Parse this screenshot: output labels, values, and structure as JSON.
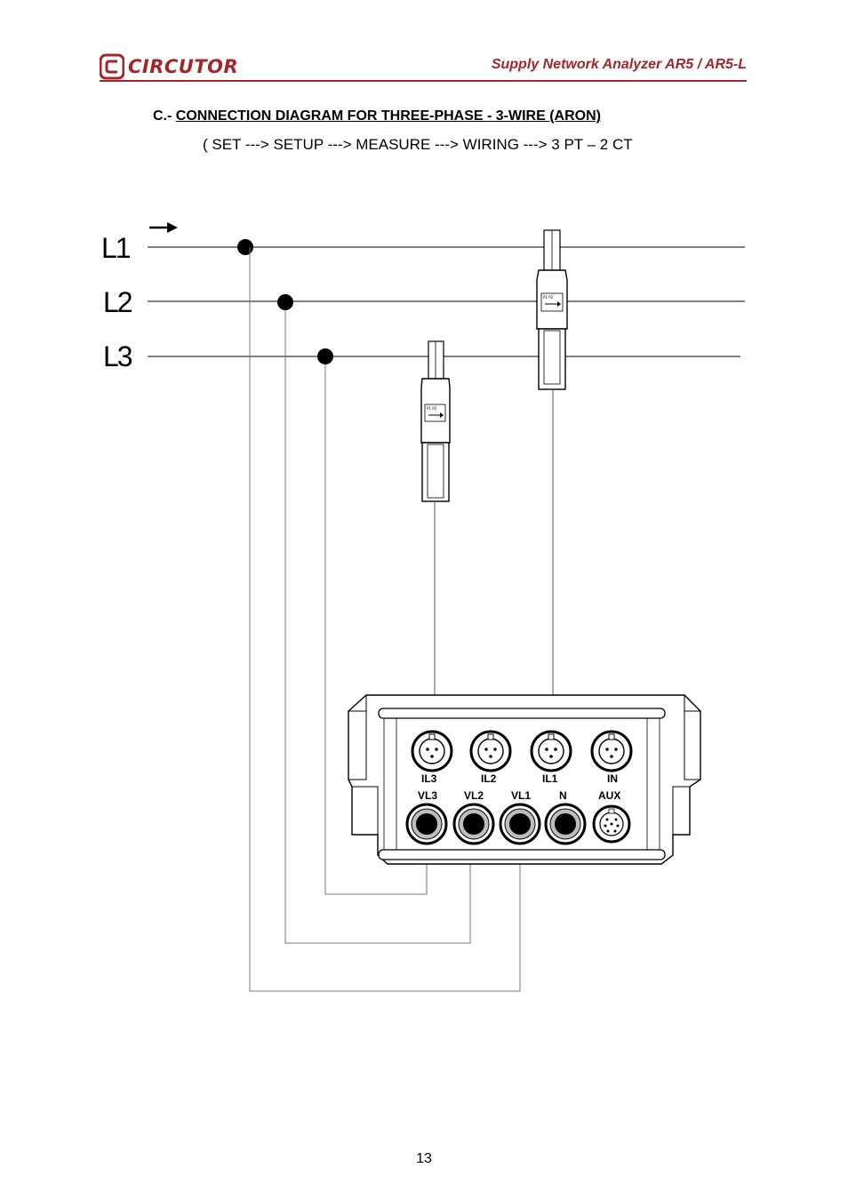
{
  "header": {
    "brand": "CIRCUTOR",
    "document_title": "Supply Network Analyzer  AR5  /  AR5-L",
    "brand_color": "#a3262a"
  },
  "section": {
    "prefix": "C.- ",
    "title": "CONNECTION DIAGRAM FOR THREE-PHASE - 3-WIRE (ARON)",
    "menu_path": "( SET ---> SETUP ---> MEASURE ---> WIRING ---> 3 PT – 2 CT"
  },
  "diagram": {
    "lines": [
      "L1",
      "L2",
      "L3"
    ],
    "clamp_marking": "P1  P2",
    "current_inputs": [
      "IL3",
      "IL2",
      "IL1",
      "IN"
    ],
    "voltage_inputs": [
      "VL3",
      "VL2",
      "VL1",
      "N",
      "AUX"
    ]
  },
  "footer": {
    "page_number": "13"
  }
}
